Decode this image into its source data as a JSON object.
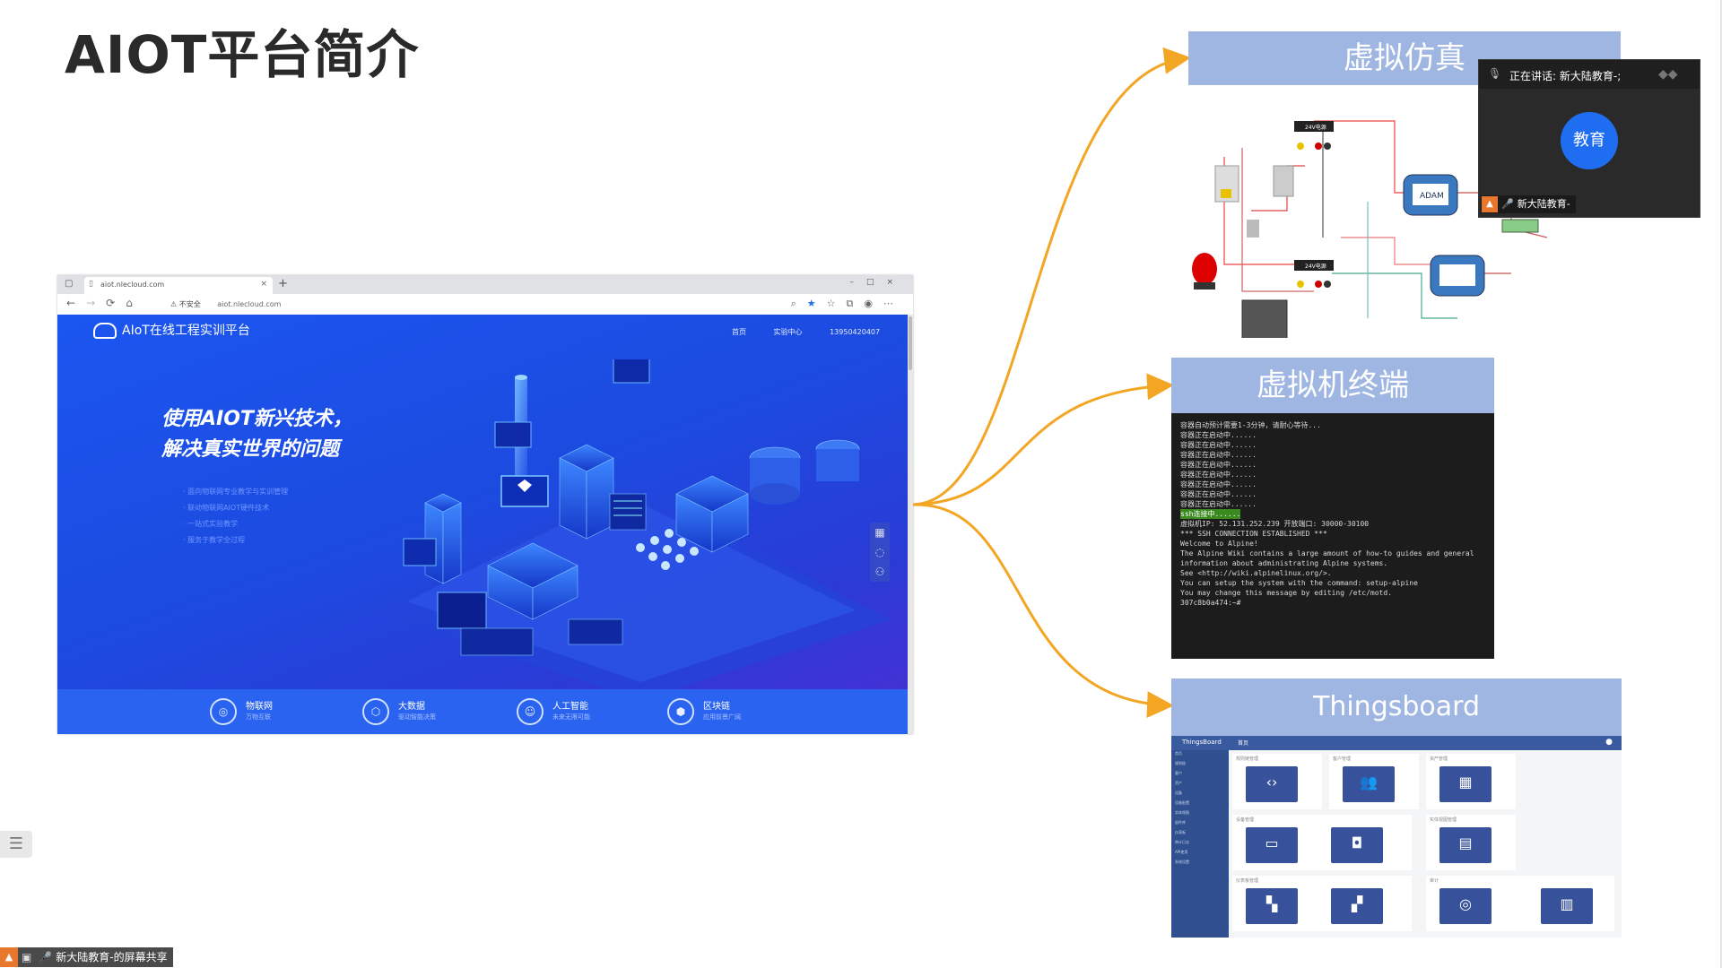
{
  "slide": {
    "title": "AIOT平台简介"
  },
  "browser": {
    "tab_title": "aiot.nlecloud.com",
    "tab_close": "×",
    "new_tab": "+",
    "window_controls": [
      "–",
      "□",
      "×"
    ],
    "nav": [
      "←",
      "→",
      "⟳",
      "⌂"
    ],
    "url_warning": "⚠ 不安全",
    "url": "aiot.nlecloud.com",
    "tools": [
      "⌕",
      "★",
      "☆",
      "⧉",
      "◉",
      "⋯"
    ]
  },
  "site": {
    "logo_text": "AIoT在线工程实训平台",
    "nav": [
      "首页",
      "实验中心",
      "13950420407"
    ],
    "hero_line1": "使用AIOT新兴技术，",
    "hero_line2": "解决真实世界的问题",
    "hero_bullets": [
      "· 面向物联网专业教学与实训管理",
      "· 联动物联网AIOT硬件技术",
      "· 一站式实验教学",
      "· 服务于教学全过程"
    ],
    "side_controls": [
      "▦",
      "◌",
      "⚇"
    ],
    "features": [
      {
        "name": "物联网",
        "desc": "万物互联",
        "icon": "◎"
      },
      {
        "name": "大数据",
        "desc": "驱动智能决策",
        "icon": "⬡"
      },
      {
        "name": "人工智能",
        "desc": "未来无限可能",
        "icon": "☺"
      },
      {
        "name": "区块链",
        "desc": "应用前景广阔",
        "icon": "⬢"
      }
    ]
  },
  "panels": {
    "sim": {
      "title": "虚拟仿真",
      "label_top": "24V电源",
      "label_mid": "24V电源",
      "module": "ADAM"
    },
    "terminal": {
      "title": "虚拟机终端",
      "lines": [
        "容器自动预计需要1-3分钟，请耐心等待...",
        "容器正在启动中......",
        "容器正在启动中......",
        "容器正在启动中......",
        "容器正在启动中......",
        "容器正在启动中......",
        "容器正在启动中......",
        "容器正在启动中......",
        "容器正在启动中......",
        "ssh连接中......",
        "虚拟机IP: 52.131.252.239 开放端口: 30000-30100",
        "",
        "*** SSH CONNECTION ESTABLISHED ***",
        "Welcome to Alpine!",
        "",
        "The Alpine Wiki contains a large amount of how-to guides and general",
        "information about administrating Alpine systems.",
        "See <http://wiki.alpinelinux.org/>.",
        "",
        "You can setup the system with the command: setup-alpine",
        "",
        "You may change this message by editing /etc/motd.",
        "",
        "307c8b0a474:~#"
      ]
    },
    "thingsboard": {
      "title": "Thingsboard",
      "app_name": "ThingsBoard",
      "top_right": "首页",
      "sections": [
        "规则链管理",
        "客户管理",
        "资产管理",
        "设备管理",
        "实体视图管理",
        "仪表板管理",
        "审计"
      ],
      "sidebar": [
        "首页",
        "规则链",
        "客户",
        "资产",
        "设备",
        "设备配置",
        "实体视图",
        "部件库",
        "仪表板",
        "审计日志",
        "API使用",
        "系统设置"
      ]
    }
  },
  "meeting": {
    "speaking": "正在讲话: 新大陆教育-;",
    "avatar_text": "教育",
    "name": "新大陆教育-"
  },
  "share_bar": {
    "text": "新大陆教育-的屏幕共享"
  }
}
